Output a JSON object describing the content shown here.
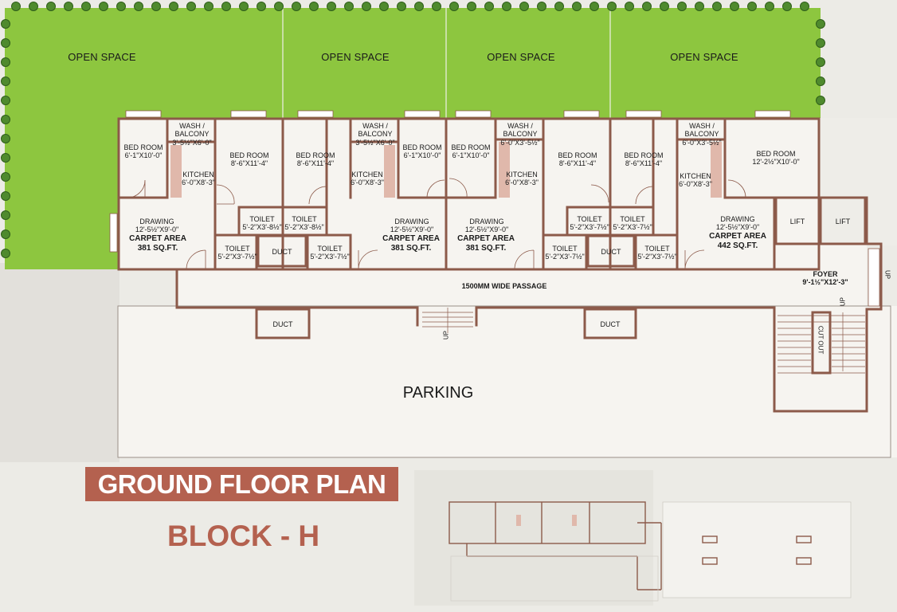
{
  "colors": {
    "lawn": "#8dc63f",
    "wall": "#8c5a4a",
    "floor": "#f6f4f0",
    "title_bg": "#b4614f",
    "title_text": "#ffffff",
    "kitchen_counter": "#e0b8ab"
  },
  "open_spaces": [
    "OPEN SPACE",
    "OPEN SPACE",
    "OPEN SPACE",
    "OPEN SPACE"
  ],
  "units": [
    {
      "bed_room_small": "BED ROOM\n6'-1\"X10'-0\"",
      "wash_balcony": "WASH /\nBALCONY\n3'-5½\"X6'-0\"",
      "kitchen": "KITCHEN\n6'-0\"X8'-3\"",
      "bed_room_large": "BED ROOM\n8'-6\"X11'-4\"",
      "drawing": "DRAWING\n12'-5½\"X9'-0\"",
      "carpet": "CARPET AREA\n381 SQ.FT.",
      "toilet_a": "TOILET\n5'-2\"X3'-8½\"",
      "toilet_b": "TOILET\n5'-2\"X3'-7½\""
    },
    {
      "bed_room_large": "BED ROOM\n8'-6\"X11'-4\"",
      "wash_balcony": "WASH /\nBALCONY\n3'-5½\"X6'-0\"",
      "bed_room_small": "BED ROOM\n6'-1\"X10'-0\"",
      "kitchen": "KITCHEN\n6'-0\"X8'-3\"",
      "drawing": "DRAWING\n12'-5½\"X9'-0\"",
      "carpet": "CARPET AREA\n381 SQ.FT.",
      "toilet_a": "TOILET\n5'-2\"X3'-8½\"",
      "toilet_b": "TOILET\n5'-2\"X3'-7½\""
    },
    {
      "bed_room_small": "BED ROOM\n6'-1\"X10'-0\"",
      "wash_balcony": "WASH /\nBALCONY\n6'-0\"X3'-5½\"",
      "kitchen": "KITCHEN\n6'-0\"X8'-3\"",
      "bed_room_large": "BED ROOM\n8'-6\"X11'-4\"",
      "drawing": "DRAWING\n12'-5½\"X9'-0\"",
      "carpet": "CARPET AREA\n381 SQ.FT.",
      "toilet_a": "TOILET\n5'-2\"X3'-7½\"",
      "toilet_b": "TOILET\n5'-2\"X3'-7½\""
    },
    {
      "bed_room_large": "BED ROOM\n8'-6\"X11'-4\"",
      "wash_balcony": "WASH /\nBALCONY\n6'-0\"X3'-5½\"",
      "kitchen": "KITCHEN\n6'-0\"X8'-3\"",
      "bed_room_master": "BED ROOM\n12'-2½\"X10'-0\"",
      "drawing": "DRAWING\n12'-5½\"X9'-0\"",
      "carpet": "CARPET AREA\n442 SQ.FT.",
      "toilet_a": "TOILET\n5'-2\"X3'-7½\"",
      "toilet_b": "TOILET\n5'-2\"X3'-7½\""
    }
  ],
  "duct": "DUCT",
  "lift": "LIFT",
  "foyer": "FOYER\n9'-1½\"X12'-3\"",
  "passage": "1500MM WIDE PASSAGE",
  "parking": "PARKING",
  "cut_out": "CUT OUT",
  "up": "UP",
  "plan_title": "GROUND FLOOR PLAN",
  "block_title": "BLOCK - H"
}
